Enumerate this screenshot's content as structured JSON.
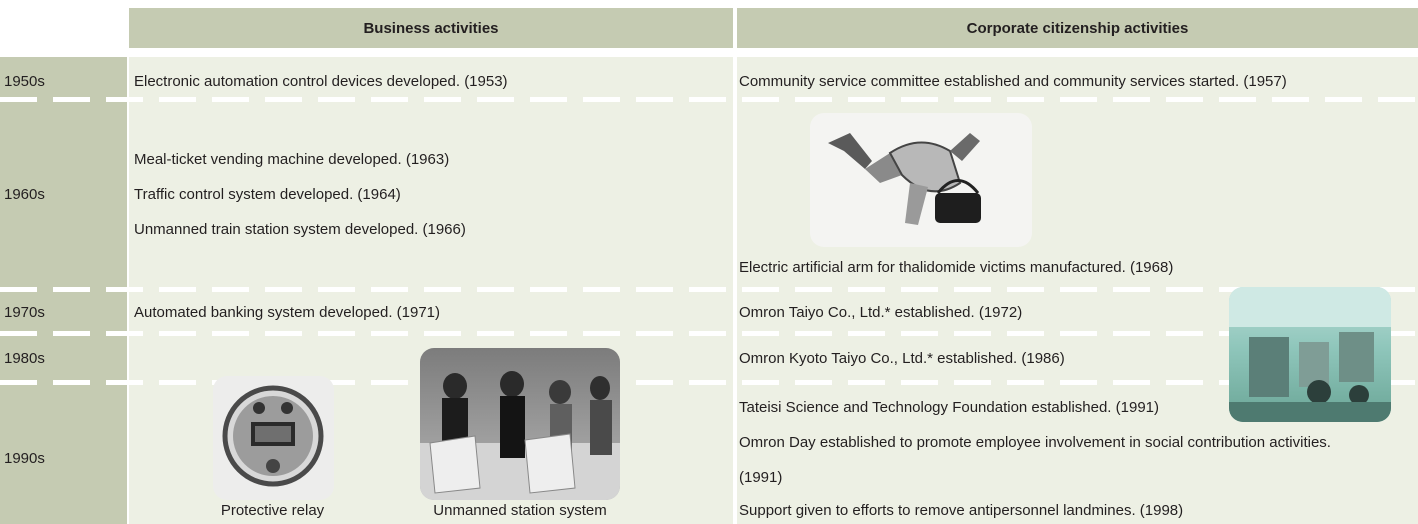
{
  "headers": {
    "business": "Business activities",
    "corporate": "Corporate citizenship activities"
  },
  "decades": [
    "1950s",
    "1960s",
    "1970s",
    "1980s",
    "1990s"
  ],
  "business": [
    "Electronic automation control devices developed. (1953)",
    "Meal-ticket vending machine developed. (1963)",
    "Traffic control system developed. (1964)",
    "Unmanned train station system developed. (1966)",
    "Automated banking system developed. (1971)"
  ],
  "corporate": [
    "Community service committee established and community services started. (1957)",
    "Electric artificial arm for thalidomide victims manufactured. (1968)",
    "Omron Taiyo Co., Ltd.* established. (1972)",
    "Omron Kyoto Taiyo Co., Ltd.* established. (1986)",
    "Tateisi Science and Technology Foundation established. (1991)",
    "Omron Day established to promote employee involvement in social contribution activities.",
    "(1991)",
    "Support given to efforts to remove antipersonnel landmines. (1998)"
  ],
  "captions": {
    "relay": "Protective relay",
    "station": "Unmanned station system"
  },
  "colors": {
    "header_bg": "#c5cbb2",
    "column_bg": "#edf0e4",
    "decade_bg": "#c5cbb2",
    "text": "#231f20"
  }
}
